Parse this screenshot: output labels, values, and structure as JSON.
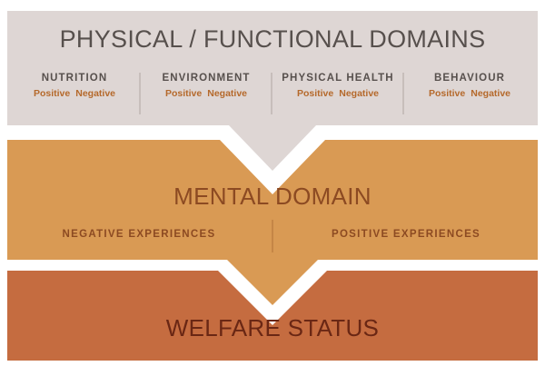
{
  "physical": {
    "title": "PHYSICAL / FUNCTIONAL DOMAINS",
    "domains": [
      {
        "label": "NUTRITION",
        "positive": "Positive",
        "negative": "Negative"
      },
      {
        "label": "ENVIRONMENT",
        "positive": "Positive",
        "negative": "Negative"
      },
      {
        "label": "PHYSICAL HEALTH",
        "positive": "Positive",
        "negative": "Negative"
      },
      {
        "label": "BEHAVIOUR",
        "positive": "Positive",
        "negative": "Negative"
      }
    ]
  },
  "mental": {
    "title": "MENTAL DOMAIN",
    "negative_label": "NEGATIVE EXPERIENCES",
    "positive_label": "POSITIVE EXPERIENCES"
  },
  "welfare": {
    "title": "WELFARE STATUS"
  },
  "colors": {
    "physical_band": "#ded6d4",
    "mental_band": "#d99a54",
    "welfare_band": "#c56c40",
    "divider_light": "#b8aeab",
    "divider_dark": "#b87a3e",
    "accent_text": "#b5692b"
  }
}
